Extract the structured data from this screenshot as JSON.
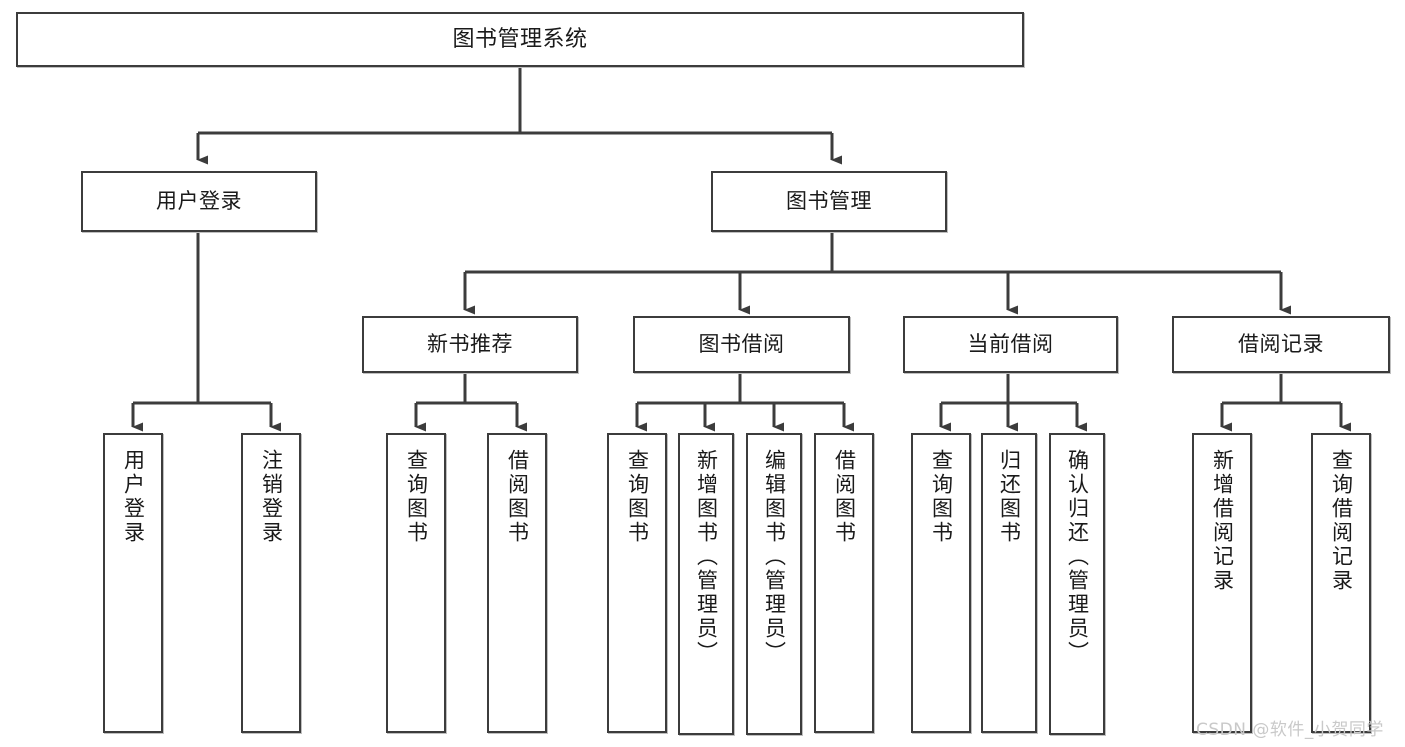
{
  "diagram": {
    "title": "图书管理系统",
    "type": "tree",
    "watermark": "CSDN @软件_小贺同学",
    "colors": {
      "background": "#ffffff",
      "box_border": "#3c3c3c",
      "box_fill": "#ffffff",
      "edge": "#3c3c3c",
      "text": "#1a1a1a",
      "watermark": "#c9c9c9"
    },
    "nodes": {
      "root": {
        "label": "图书管理系统"
      },
      "level1": [
        {
          "label": "用户登录"
        },
        {
          "label": "图书管理"
        }
      ],
      "level2": [
        {
          "label": "新书推荐"
        },
        {
          "label": "图书借阅"
        },
        {
          "label": "当前借阅"
        },
        {
          "label": "借阅记录"
        }
      ],
      "leaves": {
        "user_login": [
          {
            "label": "用户登录"
          },
          {
            "label": "注销登录"
          }
        ],
        "new_book_recommend": [
          {
            "label": "查询图书"
          },
          {
            "label": "借阅图书"
          }
        ],
        "book_borrow": [
          {
            "label": "查询图书"
          },
          {
            "label": "新增图书（管理员）"
          },
          {
            "label": "编辑图书（管理员）"
          },
          {
            "label": "借阅图书"
          }
        ],
        "current_borrow": [
          {
            "label": "查询图书"
          },
          {
            "label": "归还图书"
          },
          {
            "label": "确认归还（管理员）"
          }
        ],
        "borrow_record": [
          {
            "label": "新增借阅记录"
          },
          {
            "label": "查询借阅记录"
          }
        ]
      }
    }
  }
}
